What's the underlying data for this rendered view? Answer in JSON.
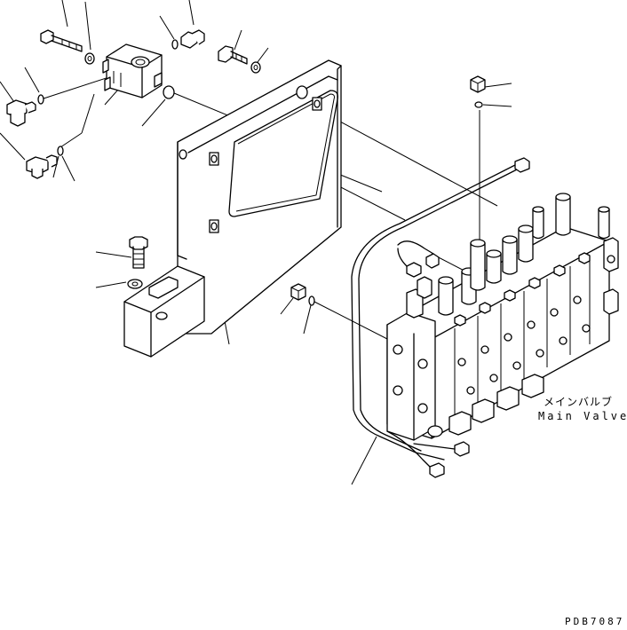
{
  "labels": {
    "main_valve_jp": "メインバルブ",
    "main_valve_en": "Main Valve"
  },
  "drawing_code": "PDB7087",
  "colors": {
    "line": "#000000",
    "background": "#ffffff"
  }
}
